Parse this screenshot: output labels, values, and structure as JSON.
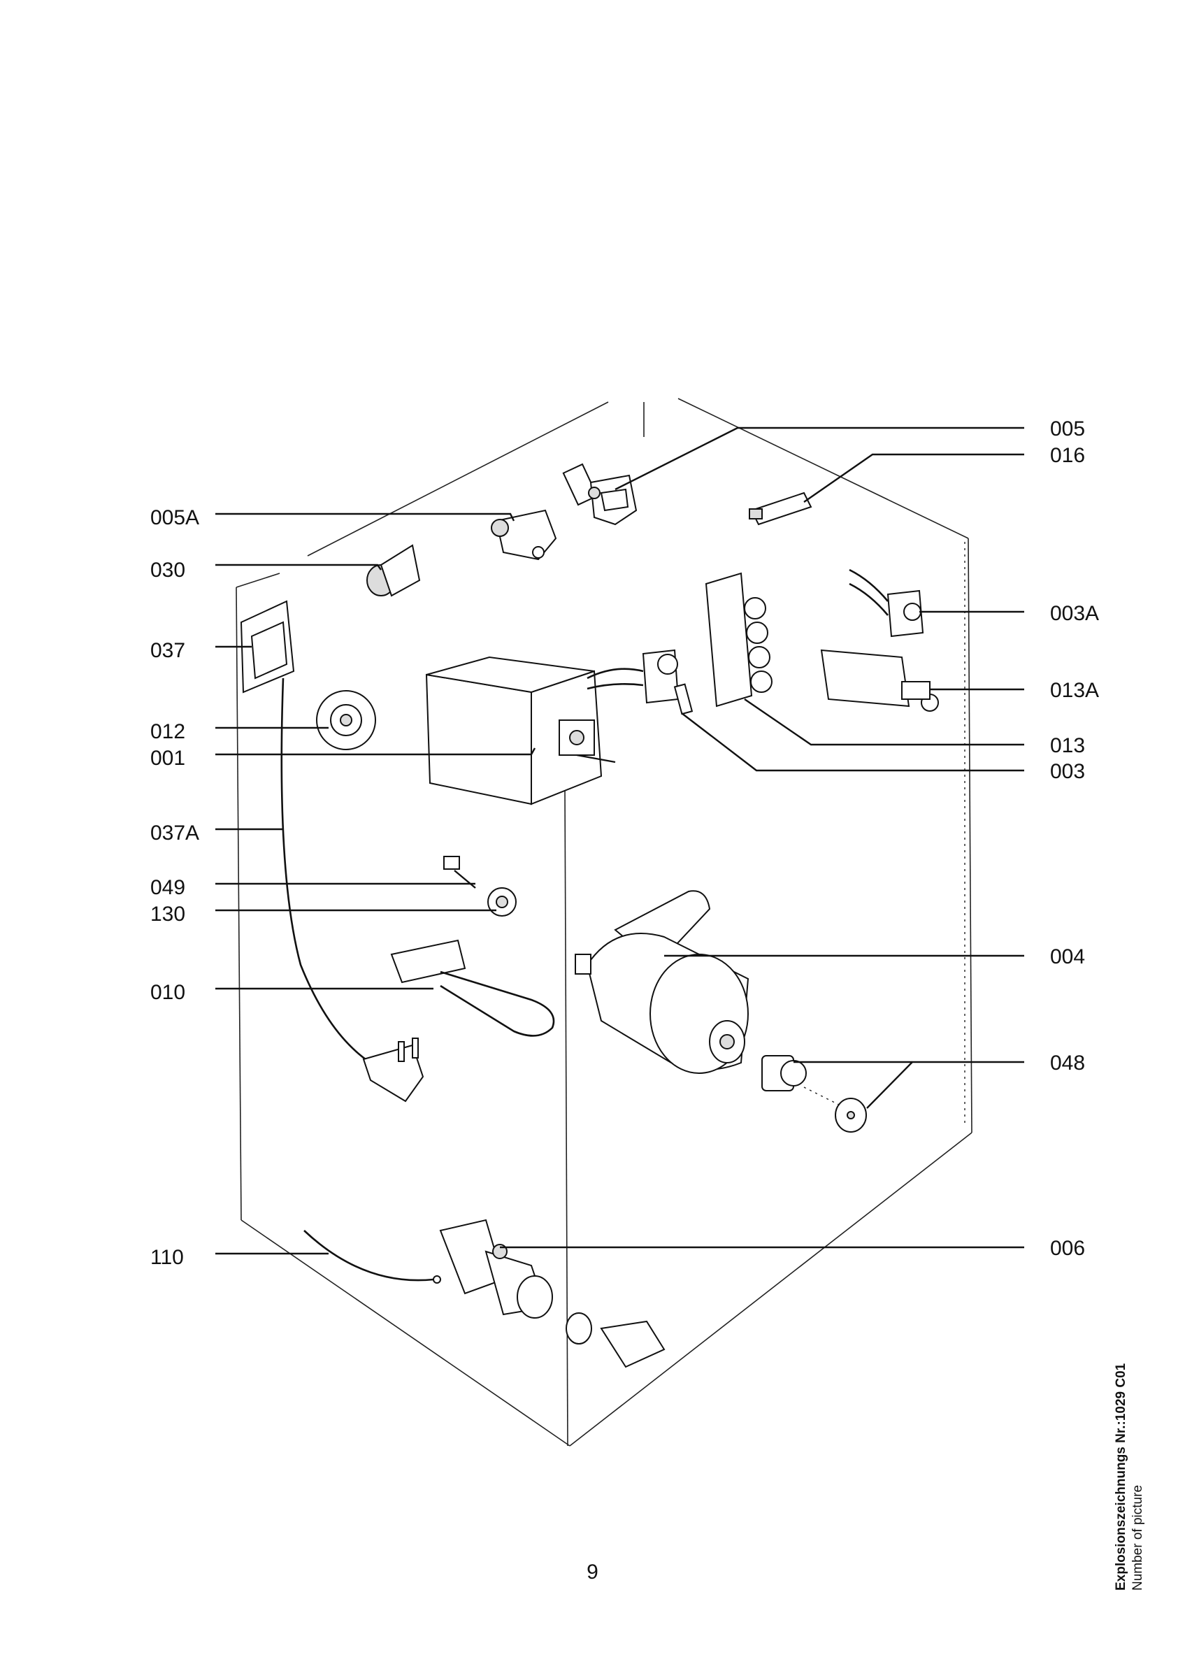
{
  "diagram": {
    "labels_left": [
      "005A",
      "030",
      "037",
      "012",
      "001",
      "037A",
      "049",
      "130",
      "010",
      "110"
    ],
    "labels_right": [
      "005",
      "016",
      "003A",
      "013A",
      "013",
      "003",
      "004",
      "048",
      "006"
    ]
  },
  "footer": {
    "page_number": "9",
    "drawing_title": "Explosionszeichnungs Nr.:1029 C01",
    "drawing_subtitle": "Number of picture"
  }
}
